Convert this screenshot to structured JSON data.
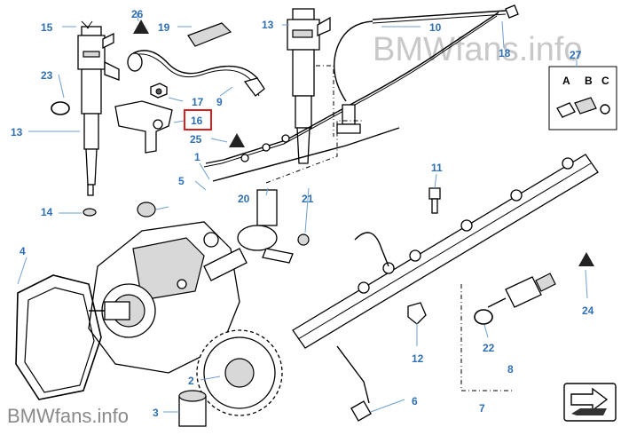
{
  "watermark_top": "BMWfans.info",
  "watermark_bottom": "BMWfans.info",
  "highlighted_part": "16",
  "connector_letters": [
    "A",
    "B",
    "C"
  ],
  "callouts": {
    "p1": "1",
    "p2": "2",
    "p3": "3",
    "p4": "4",
    "p5": "5",
    "p6": "6",
    "p7": "7",
    "p8": "8",
    "p9": "9",
    "p10": "10",
    "p11": "11",
    "p12": "12",
    "p13a": "13",
    "p13b": "13",
    "p14": "14",
    "p15": "15",
    "p16": "16",
    "p17": "17",
    "p18": "18",
    "p19": "19",
    "p20": "20",
    "p21": "21",
    "p22": "22",
    "p23": "23",
    "p24": "24",
    "p25": "25",
    "p26": "26",
    "p27": "27"
  },
  "colors": {
    "callout": "#2f6fb4",
    "highlight": "#d81e1e",
    "watermark": "#c8c8c8"
  }
}
